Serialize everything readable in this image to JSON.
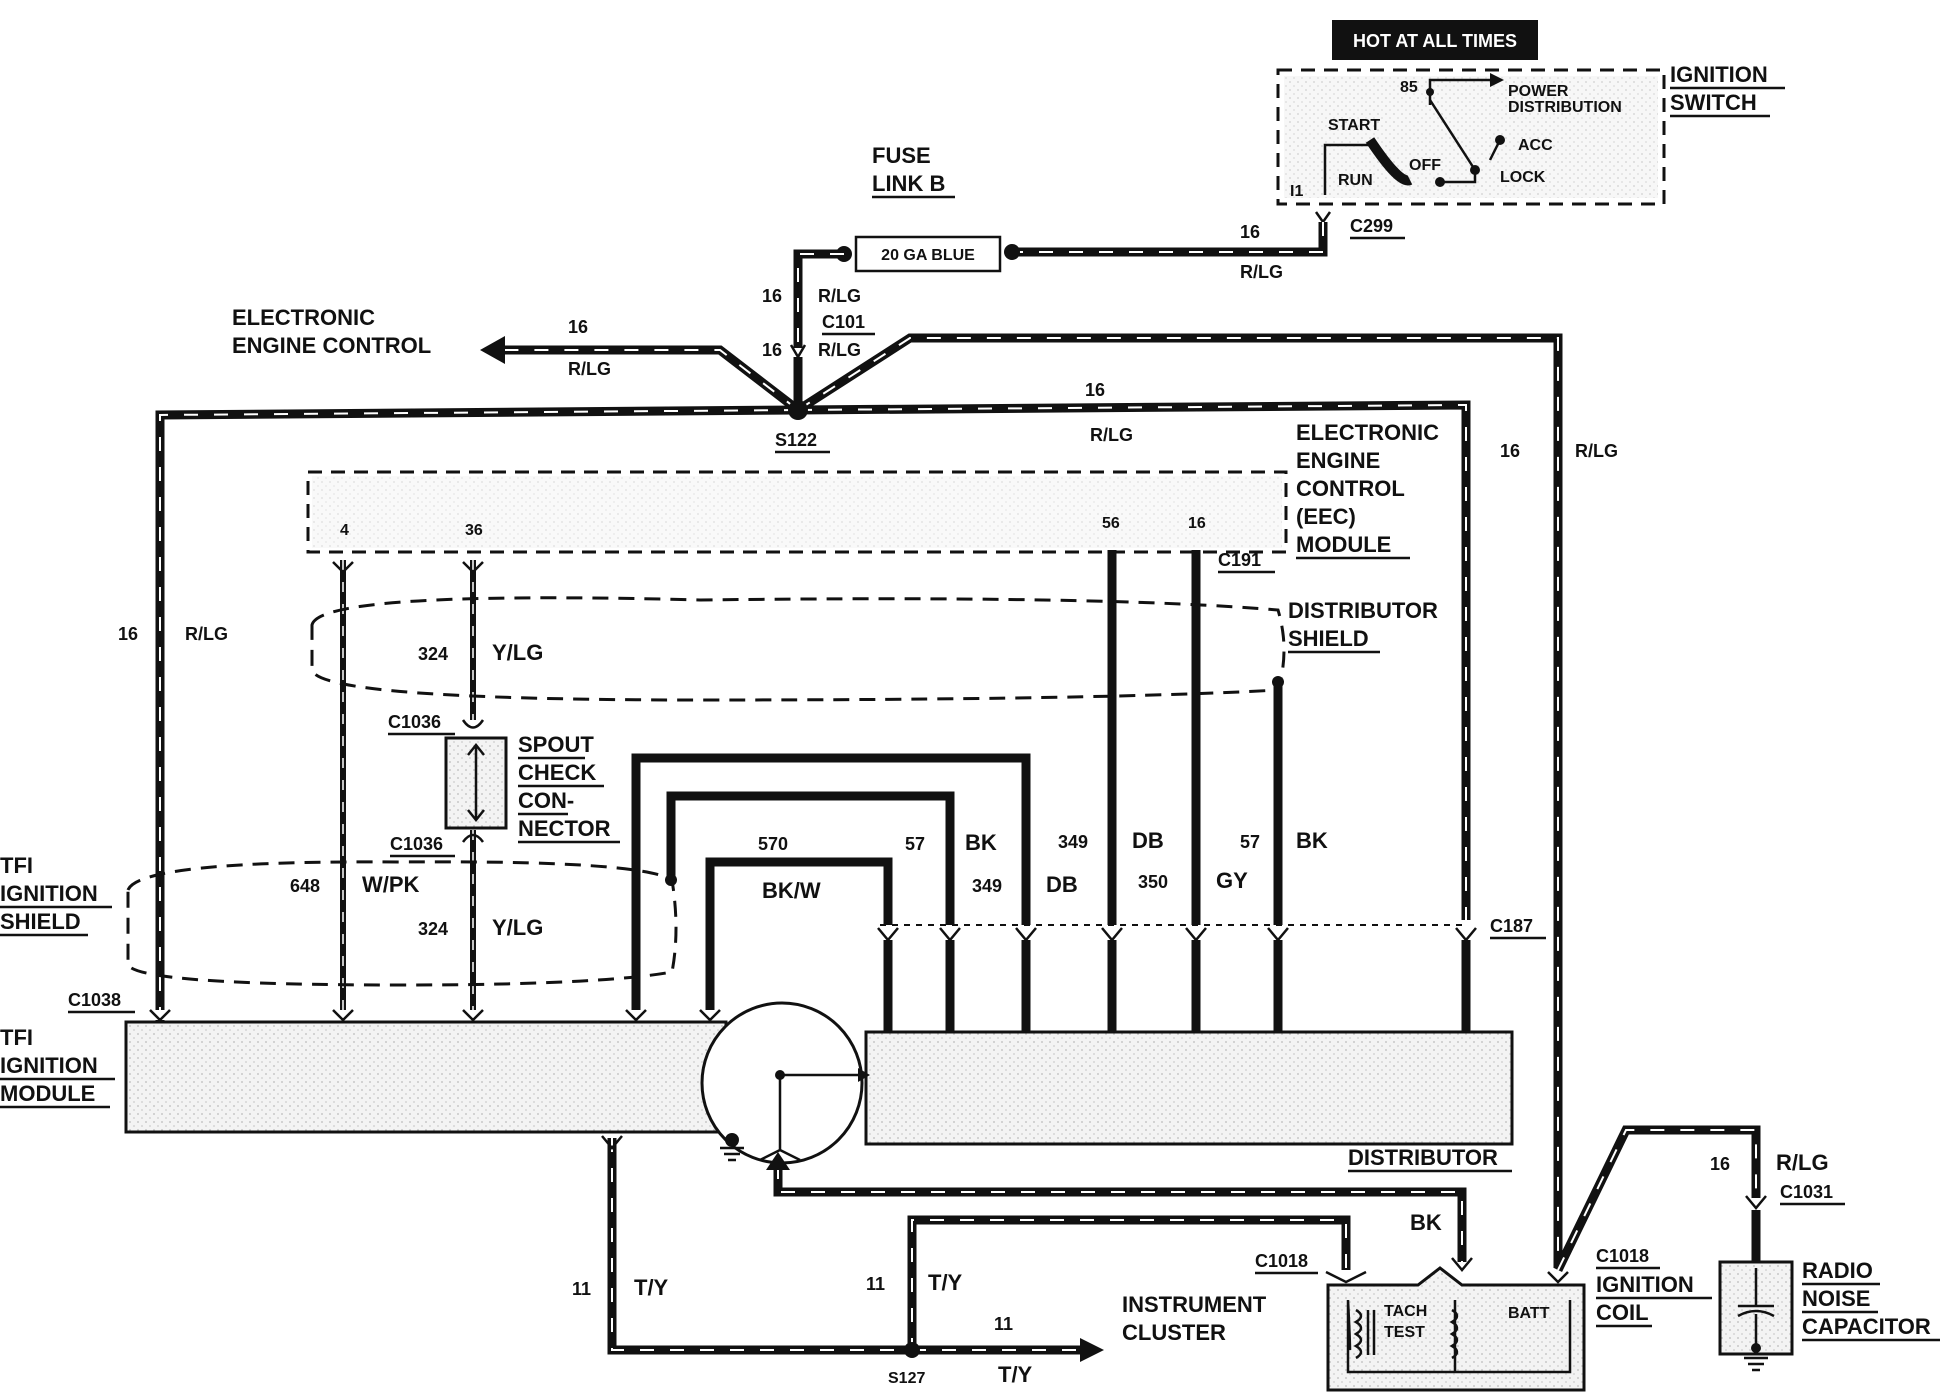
{
  "hot_label": "HOT AT ALL TIMES",
  "ignition_switch": {
    "title": [
      "IGNITION",
      "SWITCH"
    ],
    "pin_85": "85",
    "power_dist": [
      "POWER",
      "DISTRIBUTION"
    ],
    "start": "START",
    "off": "OFF",
    "acc": "ACC",
    "run": "RUN",
    "lock": "LOCK",
    "pin_i1": "I1"
  },
  "fuse_link": {
    "title": [
      "FUSE",
      "LINK B"
    ],
    "value": "20 GA BLUE"
  },
  "connectors": {
    "c299": "C299",
    "c101": "C101",
    "s122": "S122",
    "c191": "C191",
    "c1036a": "C1036",
    "c1036b": "C1036",
    "c187": "C187",
    "c1038": "C1038",
    "c1018a": "C1018",
    "c1018b": "C1018",
    "c1031": "C1031",
    "s127": "S127"
  },
  "wires": {
    "w16": "16",
    "rlg": "R/LG",
    "w324": "324",
    "ylg": "Y/LG",
    "w648": "648",
    "wpk": "W/PK",
    "w570": "570",
    "bkw": "BK/W",
    "w57": "57",
    "bk": "BK",
    "w349": "349",
    "db": "DB",
    "w350": "350",
    "gy": "GY",
    "w11": "11",
    "ty": "T/Y"
  },
  "pins": {
    "p4": "4",
    "p36": "36",
    "p56": "56",
    "p16": "16"
  },
  "components": {
    "eec_out": [
      "ELECTRONIC",
      "ENGINE CONTROL"
    ],
    "eec_module": [
      "ELECTRONIC",
      "ENGINE",
      "CONTROL",
      "(EEC)",
      "MODULE"
    ],
    "dist_shield": [
      "DISTRIBUTOR",
      "SHIELD"
    ],
    "spout": [
      "SPOUT",
      "CHECK",
      "CON-",
      "NECTOR"
    ],
    "tfi_shield": [
      "TFI",
      "IGNITION",
      "SHIELD"
    ],
    "tfi_module": [
      "TFI",
      "IGNITION",
      "MODULE"
    ],
    "distributor": "DISTRIBUTOR",
    "ignition_coil": [
      "IGNITION",
      "COIL"
    ],
    "tach_test": [
      "TACH",
      "TEST"
    ],
    "batt": "BATT",
    "radio_cap": [
      "RADIO",
      "NOISE",
      "CAPACITOR"
    ],
    "inst_cluster": [
      "INSTRUMENT",
      "CLUSTER"
    ]
  },
  "colors": {
    "ink": "#111111",
    "paper": "#ffffff",
    "fill": "#f4f4f4"
  }
}
